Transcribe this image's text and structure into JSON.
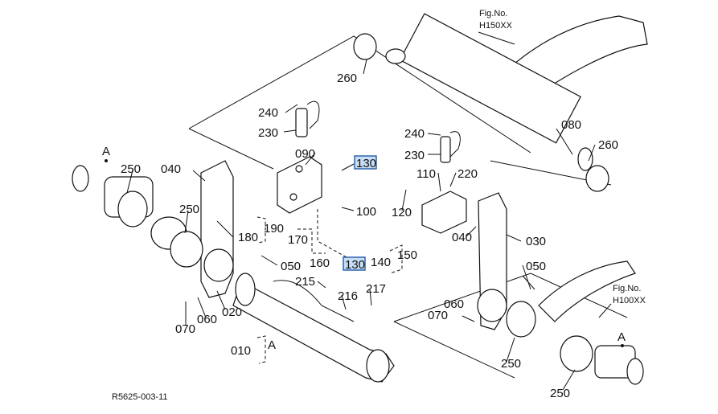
{
  "figure_code": "R5625-003-11",
  "fig_refs": {
    "top": {
      "line1": "Fig.No.",
      "line2": "H150XX"
    },
    "right": {
      "line1": "Fig.No.",
      "line2": "H100XX"
    }
  },
  "highlight_color": "#c8def5",
  "parts": {
    "p010": "010",
    "p020": "020",
    "p030": "030",
    "p040a": "040",
    "p040b": "040",
    "p050a": "050",
    "p050b": "050",
    "p060a": "060",
    "p060b": "060",
    "p070a": "070",
    "p070b": "070",
    "p080": "080",
    "p090": "090",
    "p100": "100",
    "p110": "110",
    "p120": "120",
    "p130a": "130",
    "p130b": "130",
    "p140": "140",
    "p150": "150",
    "p160": "160",
    "p170": "170",
    "p180": "180",
    "p190": "190",
    "p215": "215",
    "p216": "216",
    "p217": "217",
    "p220": "220",
    "p230a": "230",
    "p230b": "230",
    "p240a": "240",
    "p240b": "240",
    "p250a": "250",
    "p250b": "250",
    "p250c": "250",
    "p250d": "250",
    "p260a": "260",
    "p260b": "260",
    "refA1": "A",
    "refA2": "A",
    "refA3": "A"
  }
}
